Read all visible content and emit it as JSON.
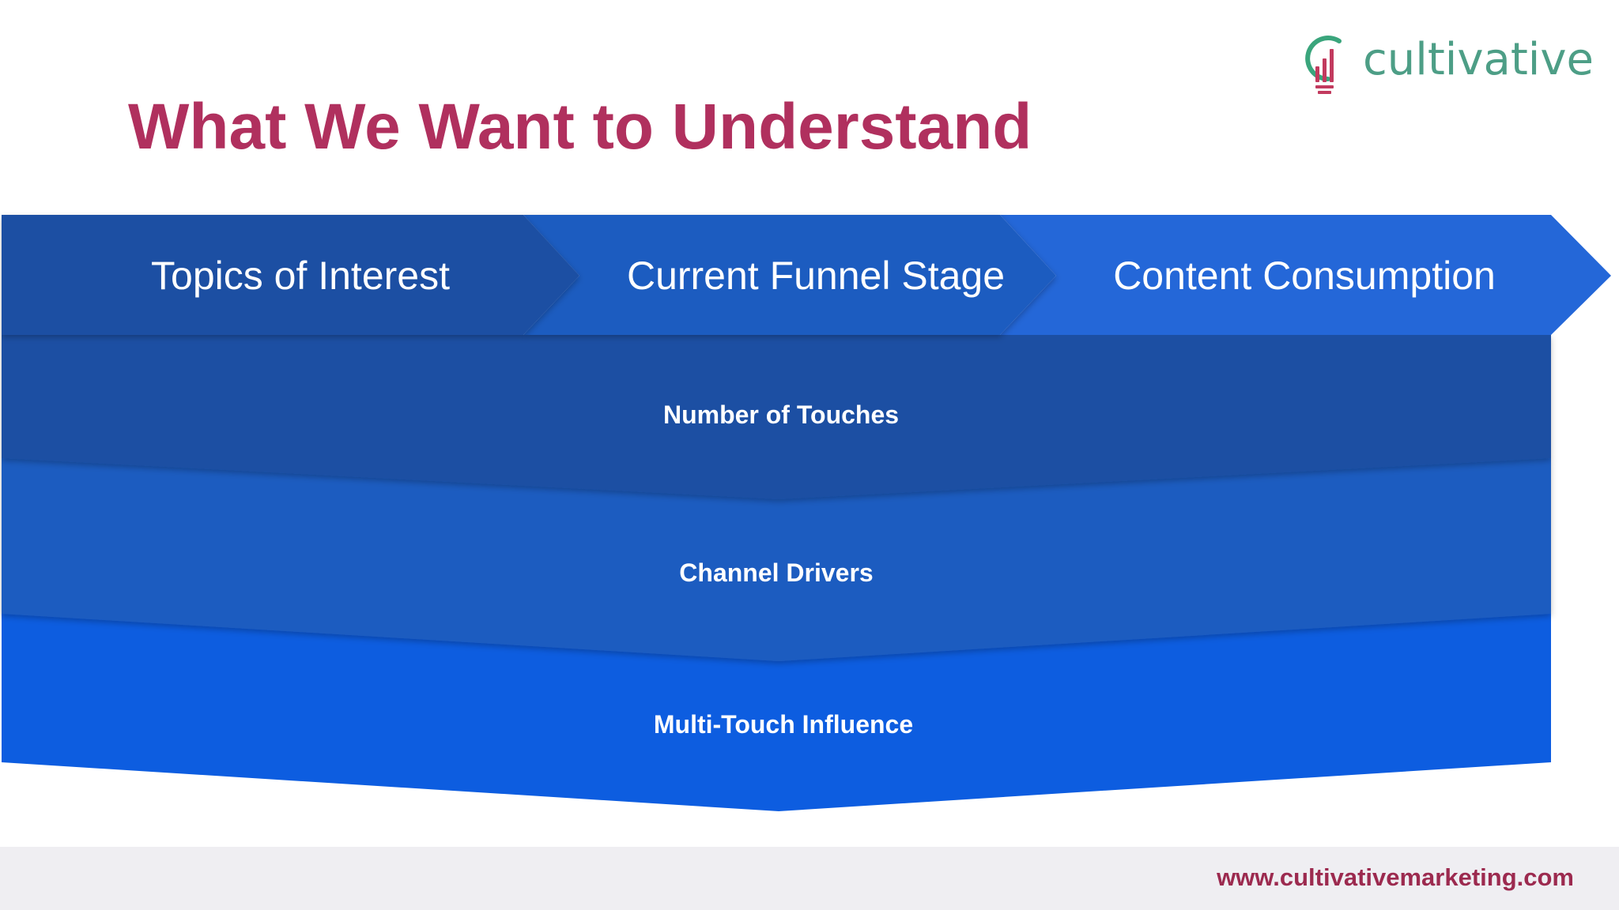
{
  "slide": {
    "title": "What We Want to Understand"
  },
  "logo": {
    "text": "cultivative",
    "icon": "lightbulb-bar-chart-icon"
  },
  "steps": [
    {
      "label": "Topics of Interest"
    },
    {
      "label": "Current Funnel Stage"
    },
    {
      "label": "Content Consumption"
    }
  ],
  "layers": [
    {
      "label": "Number of Touches"
    },
    {
      "label": "Channel Drivers"
    },
    {
      "label": "Multi-Touch Influence"
    }
  ],
  "footer": {
    "url": "www.cultivativemarketing.com"
  },
  "colors": {
    "title": "#b0305e",
    "logo_text": "#4d9e86",
    "logo_icon_green": "#3aa57c",
    "logo_icon_red": "#c23a5e",
    "footer_url": "#9c2a4f",
    "footer_bg": "#efeef2",
    "step_1": "#1b4fa3",
    "step_2": "#1e5bc0",
    "step_3": "#2467d8",
    "layer_1": "#1b4fa3",
    "layer_2": "#1e5cc0",
    "layer_3": "#0d5de0",
    "text_light": "#ffffff"
  }
}
